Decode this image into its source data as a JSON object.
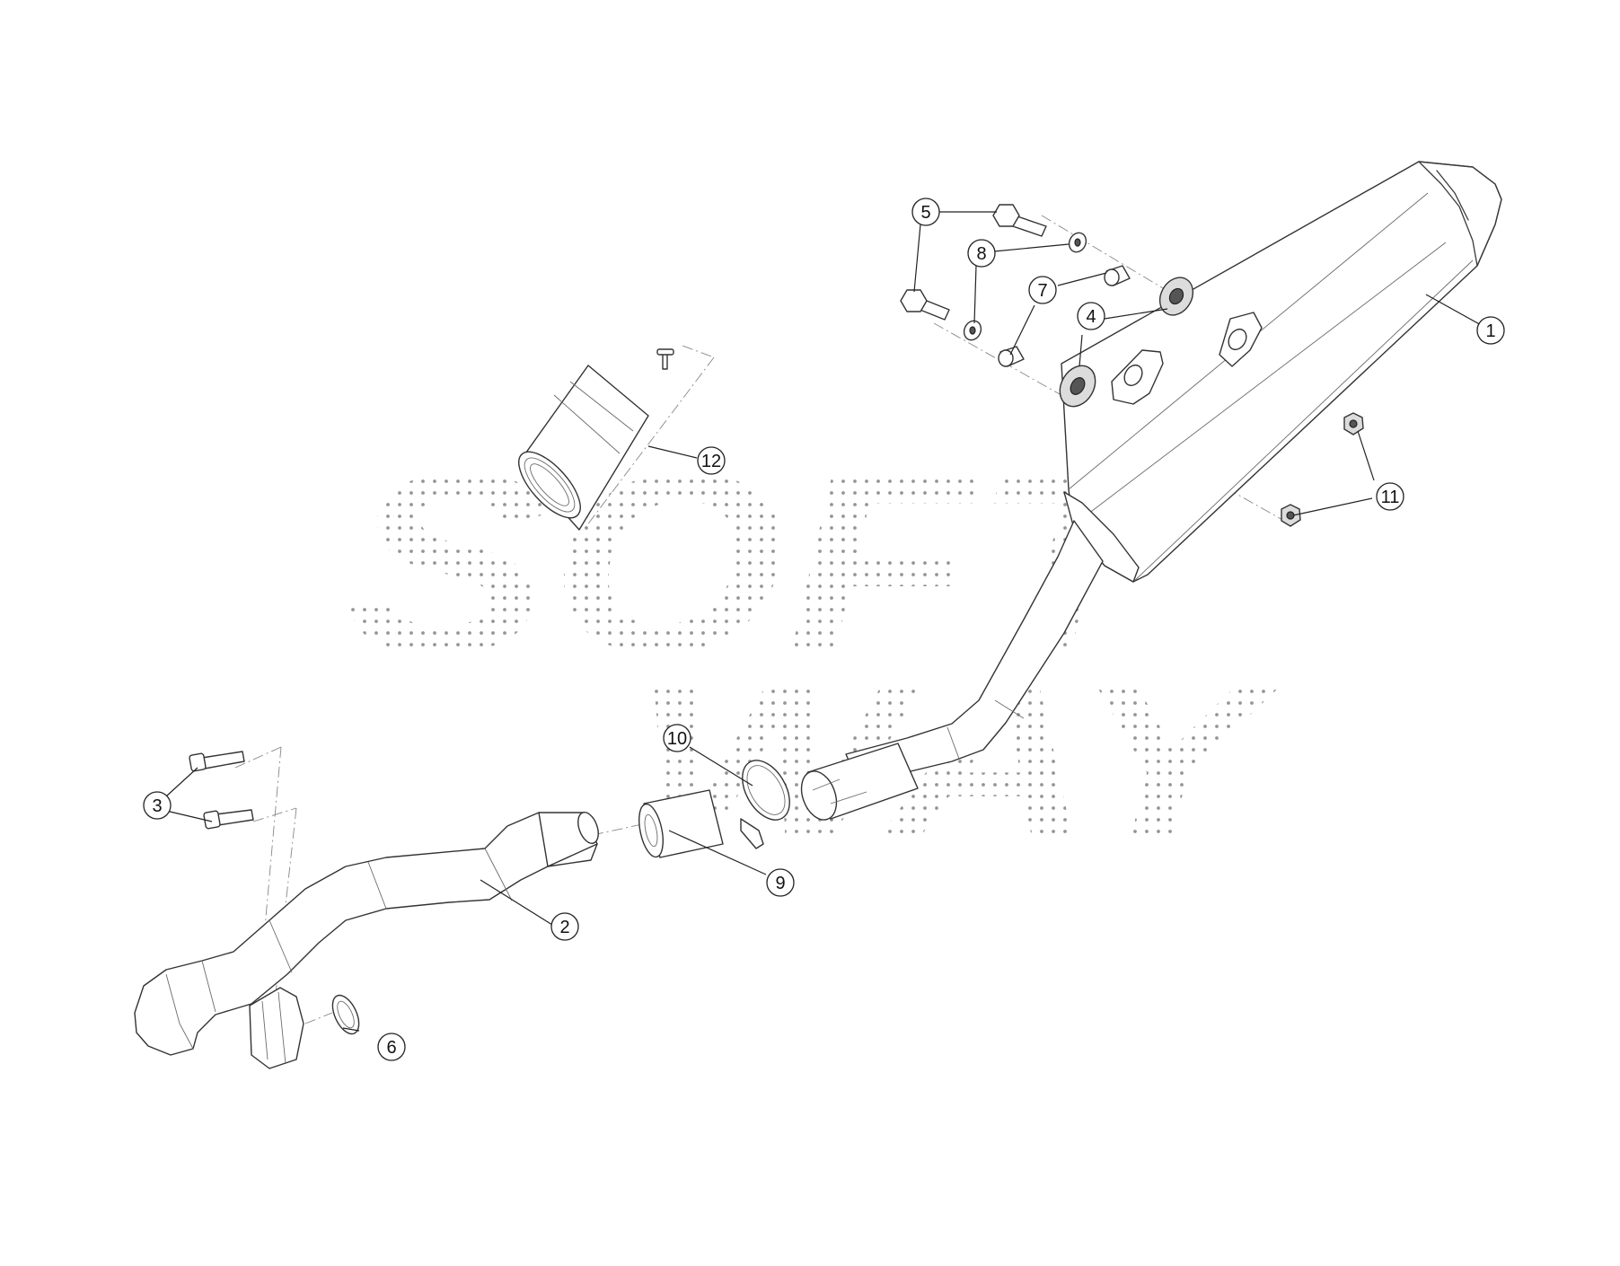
{
  "watermark": {
    "line1": "SOFT",
    "line2": "WAY",
    "color": "#8a8a8a"
  },
  "callouts": [
    {
      "id": "1",
      "label": "1",
      "part": "muffler"
    },
    {
      "id": "2",
      "label": "2",
      "part": "header-pipe"
    },
    {
      "id": "3",
      "label": "3",
      "part": "header-bolts"
    },
    {
      "id": "4",
      "label": "4",
      "part": "rubber-grommets"
    },
    {
      "id": "5",
      "label": "5",
      "part": "mounting-bolts"
    },
    {
      "id": "6",
      "label": "6",
      "part": "exhaust-gasket"
    },
    {
      "id": "7",
      "label": "7",
      "part": "spacer-bushings"
    },
    {
      "id": "8",
      "label": "8",
      "part": "washers"
    },
    {
      "id": "9",
      "label": "9",
      "part": "connecting-sleeve"
    },
    {
      "id": "10",
      "label": "10",
      "part": "hose-clamp"
    },
    {
      "id": "11",
      "label": "11",
      "part": "nuts"
    },
    {
      "id": "12",
      "label": "12",
      "part": "end-cap-and-rivet"
    }
  ]
}
